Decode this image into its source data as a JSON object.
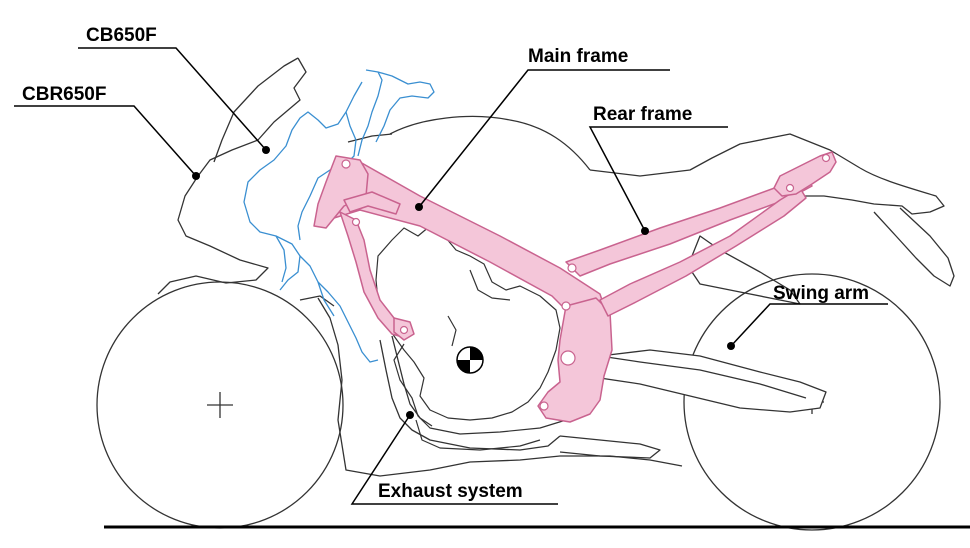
{
  "labels": {
    "cb650f": "CB650F",
    "cbr650f": "CBR650F",
    "main_frame": "Main frame",
    "rear_frame": "Rear frame",
    "swing_arm": "Swing arm",
    "exhaust_system": "Exhaust system"
  },
  "colors": {
    "frame_fill": "#f4c6d9",
    "frame_stroke": "#c9638f",
    "cb650f_outline": "#3a8fd1",
    "outline": "#333333",
    "ground": "#000000"
  }
}
